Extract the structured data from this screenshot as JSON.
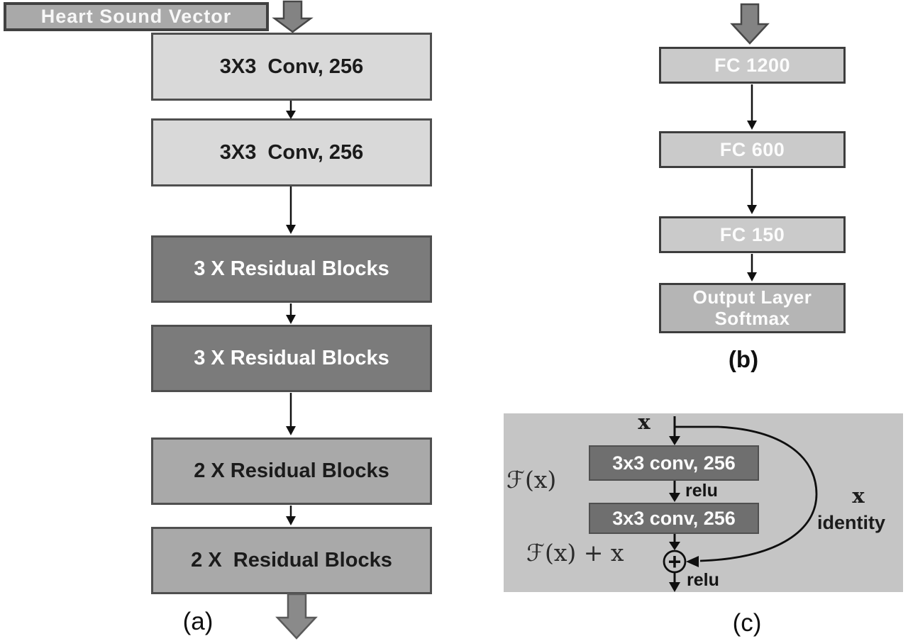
{
  "figure": {
    "panel_a": {
      "caption": "(a)",
      "input_box": "Heart Sound Vector",
      "conv_box_1": "3X3  Conv, 256",
      "conv_box_2": "3X3  Conv, 256",
      "res_box_1": "3 X Residual Blocks",
      "res_box_2": "3 X Residual Blocks",
      "res_box_3": "2 X Residual Blocks",
      "res_box_4": "2 X  Residual Blocks"
    },
    "panel_b": {
      "caption": "(b)",
      "fc_box_1": "FC 1200",
      "fc_box_2": "FC 600",
      "fc_box_3": "FC 150",
      "output_box_line1": "Output Layer",
      "output_box_line2": "Softmax"
    },
    "panel_c": {
      "caption": "(c)",
      "input_label": "x",
      "conv_box_1": "3x3 conv, 256",
      "conv_box_2": "3x3 conv, 256",
      "relu_label_1": "relu",
      "relu_label_2": "relu",
      "fx_label": "ℱ(x)",
      "sum_label": "ℱ(x) + x",
      "plus_symbol": "+",
      "identity_x_label": "x",
      "identity_label": "identity"
    }
  },
  "colors": {
    "page_background": "#ffffff",
    "input_box_fill": "#a9a9a9",
    "conv_box_fill": "#d9d9d9",
    "residual3_box_fill": "#7b7b7b",
    "residual2_box_fill": "#a9a9a9",
    "fc_box_fill": "#cacaca",
    "output_box_fill": "#b5b5b5",
    "panel_c_background": "#c5c5c5",
    "panel_c_conv_fill": "#6f6f6f",
    "box_border": "#4f4f4f",
    "block_arrow_fill": "#838383",
    "thin_arrow_color": "#111111"
  }
}
